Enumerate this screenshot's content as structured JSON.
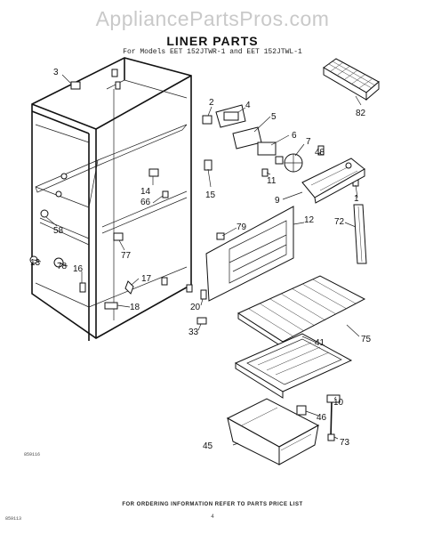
{
  "site_watermark": "AppliancePartsPros.com",
  "title": "LINER PARTS",
  "subtitle": "For Models EET 152JTWR-1 and EET 152JTWL-1",
  "footer_note": "FOR ORDERING INFORMATION REFER TO PARTS PRICE LIST",
  "diagram_code": "859116",
  "corner_code": "859113",
  "page_number": "4",
  "callouts": [
    "3",
    "2",
    "4",
    "5",
    "6",
    "7",
    "48",
    "82",
    "11",
    "9",
    "1",
    "15",
    "14",
    "66",
    "12",
    "72",
    "79",
    "58",
    "13",
    "78",
    "16",
    "17",
    "18",
    "77",
    "20",
    "33",
    "75",
    "41",
    "46",
    "10",
    "45",
    "73"
  ]
}
